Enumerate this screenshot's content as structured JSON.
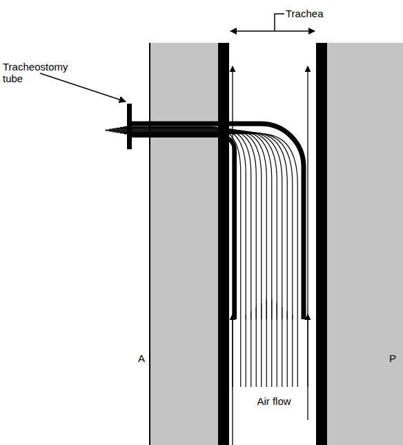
{
  "diagram": {
    "labels": [
      "Trachea",
      "Tracheostomy tube",
      "A",
      "P",
      "Air flow"
    ]
  }
}
